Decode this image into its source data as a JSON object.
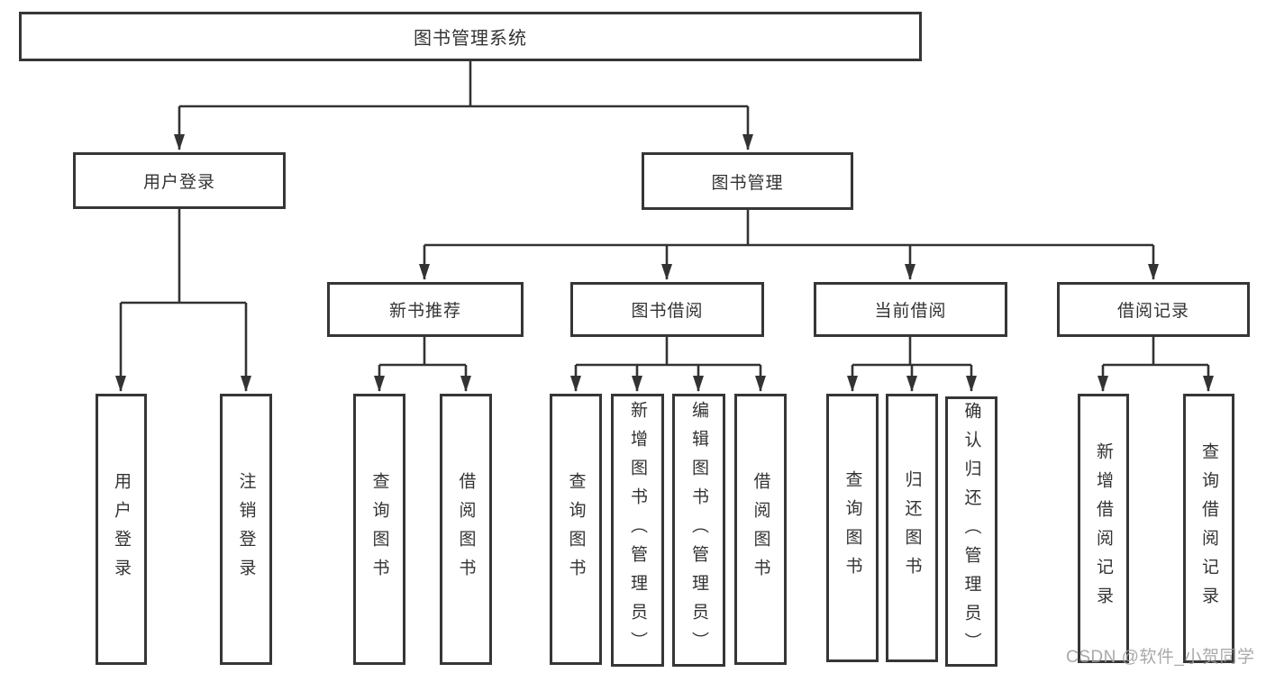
{
  "diagram_title": "图书管理系统",
  "colors": {
    "line": "#333333",
    "box_border": "#363636",
    "text": "#333333",
    "background": "#ffffff",
    "watermark": "#a0a0a0"
  },
  "tree": {
    "label": "图书管理系统",
    "children": [
      {
        "label": "用户登录",
        "children": [
          {
            "label": "用户登录"
          },
          {
            "label": "注销登录"
          }
        ]
      },
      {
        "label": "图书管理",
        "children": [
          {
            "label": "新书推荐",
            "children": [
              {
                "label": "查询图书"
              },
              {
                "label": "借阅图书"
              }
            ]
          },
          {
            "label": "图书借阅",
            "children": [
              {
                "label": "查询图书"
              },
              {
                "label": "新增图书（管理员）"
              },
              {
                "label": "编辑图书（管理员）"
              },
              {
                "label": "借阅图书"
              }
            ]
          },
          {
            "label": "当前借阅",
            "children": [
              {
                "label": "查询图书"
              },
              {
                "label": "归还图书"
              },
              {
                "label": "确认归还（管理员）"
              }
            ]
          },
          {
            "label": "借阅记录",
            "children": [
              {
                "label": "新增借阅记录"
              },
              {
                "label": "查询借阅记录"
              }
            ]
          }
        ]
      }
    ]
  },
  "watermark": {
    "text": "CSDN @软件_小贺同学"
  }
}
